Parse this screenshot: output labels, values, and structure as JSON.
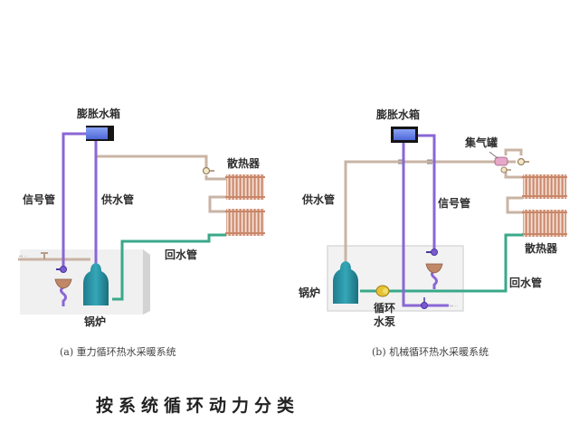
{
  "diagram_a": {
    "labels": {
      "expansion_tank": "膨胀水箱",
      "signal_pipe": "信号管",
      "supply_pipe": "供水管",
      "radiator": "散热器",
      "return_pipe": "回水管",
      "boiler": "锅炉"
    },
    "caption": "(a) 重力循环热水采暖系统"
  },
  "diagram_b": {
    "labels": {
      "expansion_tank": "膨胀水箱",
      "air_collector": "集气罐",
      "supply_pipe": "供水管",
      "signal_pipe": "信号管",
      "radiator": "散热器",
      "return_pipe": "回水管",
      "boiler": "锅炉",
      "circulation_pump_line1": "循环",
      "circulation_pump_line2": "水泵"
    },
    "caption": "(b) 机械循环热水采暖系统"
  },
  "title": "按系统循环动力分类",
  "colors": {
    "supply": "#c9b4a4",
    "signal": "#8a66d6",
    "return": "#3aa88a",
    "boiler": "#2a8fa0",
    "radiator": "#c9876a",
    "tank": "#5f7ee6",
    "room": "#eeeeee"
  }
}
